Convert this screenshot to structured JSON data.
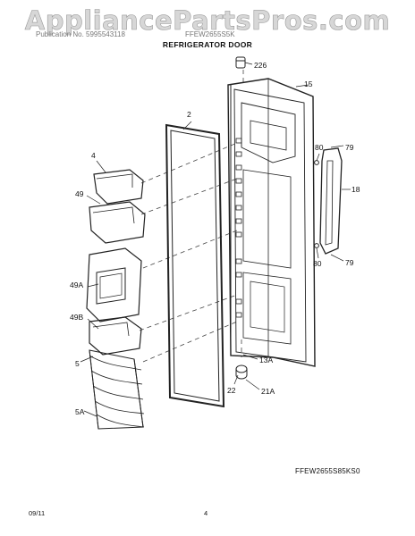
{
  "watermark": "AppliancePartsPros.com",
  "header": {
    "left_text": "Publication No. 5995543118",
    "mid_text": "FFEW2655S5K",
    "title": "REFRIGERATOR DOOR"
  },
  "callouts": {
    "c226": "226",
    "c15": "15",
    "c2": "2",
    "c4": "4",
    "c49": "49",
    "c80a": "80",
    "c79a": "79",
    "c18": "18",
    "c80b": "80",
    "c79b": "79",
    "c49a": "49A",
    "c49b": "49B",
    "c5": "5",
    "c5a": "5A",
    "c13a": "13A",
    "c22": "22",
    "c21a": "21A"
  },
  "footer": {
    "model_code": "FFEW2655S85KS0",
    "date_code": "09/11",
    "page_number": "4"
  }
}
